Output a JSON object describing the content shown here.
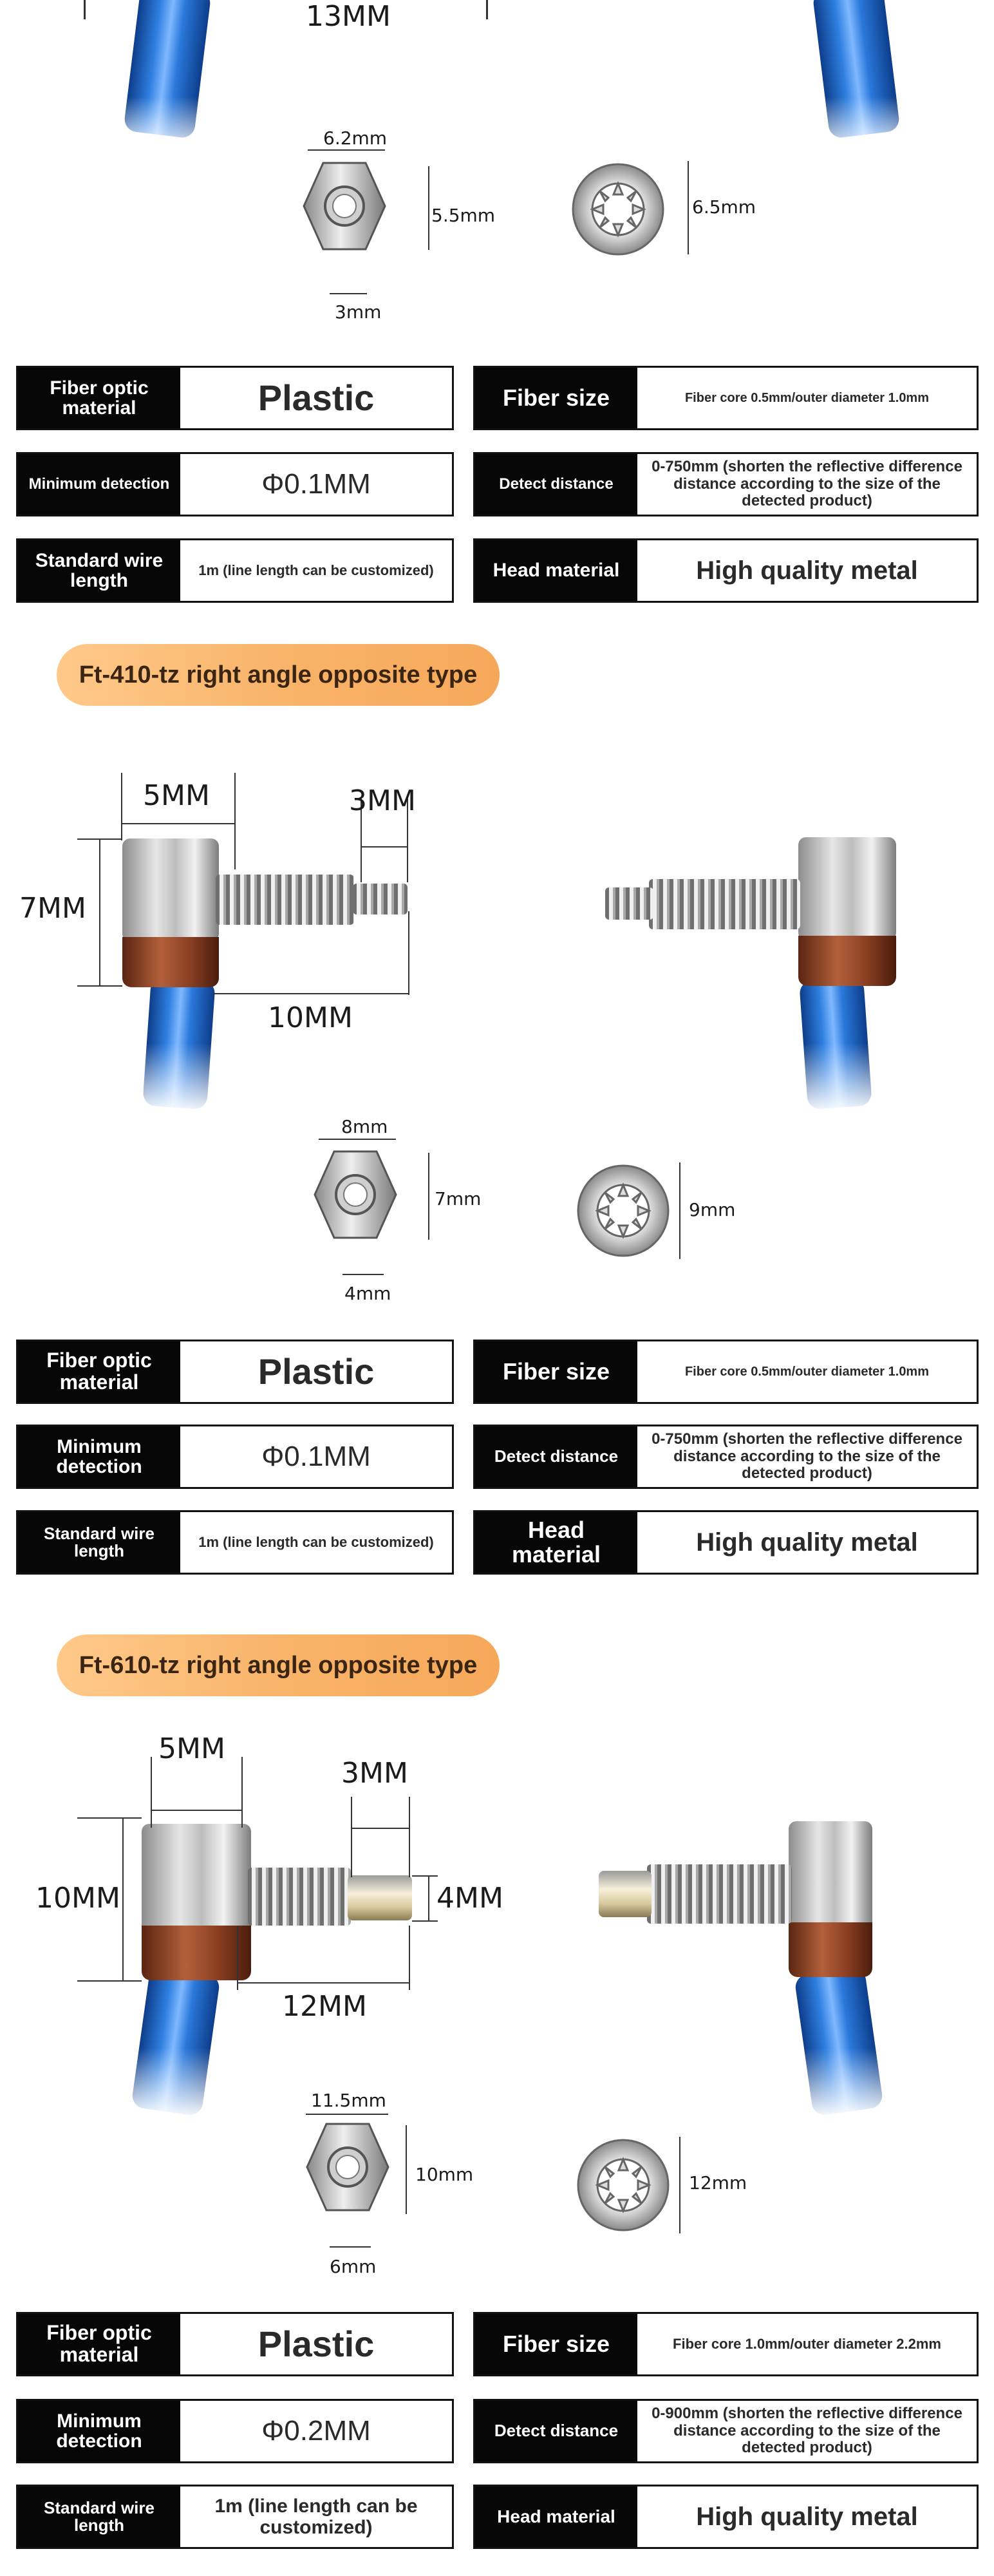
{
  "section1": {
    "top_dim": "13MM",
    "nut": {
      "width": "6.2mm",
      "height": "5.5mm",
      "hole": "3mm"
    },
    "washer": {
      "diameter": "6.5mm"
    },
    "specs": {
      "fiber_optic_material": {
        "label": "Fiber optic material",
        "value": "Plastic"
      },
      "fiber_size": {
        "label": "Fiber size",
        "value": "Fiber core 0.5mm/outer diameter 1.0mm"
      },
      "minimum_detection": {
        "label": "Minimum detection",
        "value": "Φ0.1MM"
      },
      "detect_distance": {
        "label": "Detect distance",
        "value": "0-750mm (shorten the reflective difference distance according to the size of the detected product)"
      },
      "standard_wire_length": {
        "label": "Standard wire length",
        "value": "1m (line length can be customized)"
      },
      "head_material": {
        "label": "Head material",
        "value": "High quality metal"
      }
    }
  },
  "section2": {
    "title": "Ft-410-tz right angle opposite type",
    "dims": {
      "top_left": "5MM",
      "top_right": "3MM",
      "left": "7MM",
      "bottom": "10MM"
    },
    "nut": {
      "width": "8mm",
      "height": "7mm",
      "hole": "4mm"
    },
    "washer": {
      "diameter": "9mm"
    },
    "specs": {
      "fiber_optic_material": {
        "label": "Fiber optic material",
        "value": "Plastic"
      },
      "fiber_size": {
        "label": "Fiber size",
        "value": "Fiber core 0.5mm/outer diameter 1.0mm"
      },
      "minimum_detection": {
        "label": "Minimum detection",
        "value": "Φ0.1MM"
      },
      "detect_distance": {
        "label": "Detect distance",
        "value": "0-750mm (shorten the reflective difference distance according to the size of the detected product)"
      },
      "standard_wire_length": {
        "label": "Standard wire length",
        "value": "1m (line length can be customized)"
      },
      "head_material": {
        "label": "Head material",
        "value": "High quality metal"
      }
    }
  },
  "section3": {
    "title": "Ft-610-tz right angle opposite type",
    "dims": {
      "top_left": "5MM",
      "top_right": "3MM",
      "left": "10MM",
      "right": "4MM",
      "bottom": "12MM"
    },
    "nut": {
      "width": "11.5mm",
      "height": "10mm",
      "hole": "6mm"
    },
    "washer": {
      "diameter": "12mm"
    },
    "specs": {
      "fiber_optic_material": {
        "label": "Fiber optic material",
        "value": "Plastic"
      },
      "fiber_size": {
        "label": "Fiber size",
        "value": "Fiber core 1.0mm/outer diameter 2.2mm"
      },
      "minimum_detection": {
        "label": "Minimum detection",
        "value": "Φ0.2MM"
      },
      "detect_distance": {
        "label": "Detect distance",
        "value": "0-900mm (shorten the reflective difference distance according to the size of the detected product)"
      },
      "standard_wire_length": {
        "label": "Standard wire length",
        "value": "1m (line length can be customized)"
      },
      "head_material": {
        "label": "Head material",
        "value": "High quality metal"
      }
    }
  }
}
